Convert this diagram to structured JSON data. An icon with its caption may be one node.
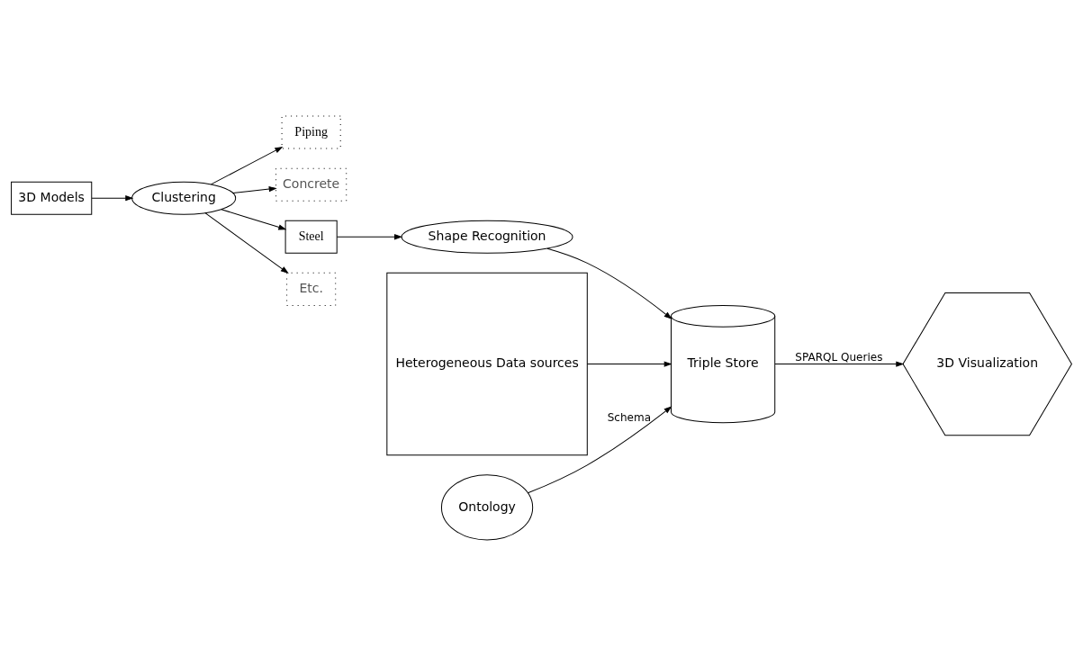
{
  "diagram": {
    "nodes": [
      {
        "text": [
          "3D Models"
        ]
      },
      {
        "text": [
          "Clustering"
        ]
      },
      {
        "text": [
          "Piping"
        ]
      },
      {
        "text": [
          "Concrete"
        ]
      },
      {
        "text": [
          "Steel"
        ]
      },
      {
        "text": [
          "Etc."
        ]
      },
      {
        "text": [
          "Shape Recognition"
        ]
      },
      {
        "text": [
          "Heterogeneous Data sources"
        ]
      },
      {
        "text": [
          "Triple Store"
        ]
      },
      {
        "text": [
          "3D Visualization"
        ]
      },
      {
        "text": [
          "Ontology"
        ]
      }
    ],
    "edges": [
      {
        "from": 0,
        "to": 1,
        "arrow": "to"
      },
      {
        "from": 1,
        "to": 2,
        "arrow": "to"
      },
      {
        "from": 1,
        "to": 3,
        "arrow": "to"
      },
      {
        "from": 1,
        "to": 4,
        "arrow": "to"
      },
      {
        "from": 1,
        "to": 5,
        "arrow": "to"
      },
      {
        "from": 4,
        "to": 6,
        "arrow": "to"
      },
      {
        "from": 6,
        "to": 8,
        "arrow": "to"
      },
      {
        "from": 7,
        "to": 8,
        "arrow": "to"
      },
      {
        "from": 8,
        "to": 9,
        "arrow": "to",
        "label": "SPARQL Queries"
      },
      {
        "from": 10,
        "to": 8,
        "arrow": "to",
        "label": "Schema"
      }
    ]
  }
}
